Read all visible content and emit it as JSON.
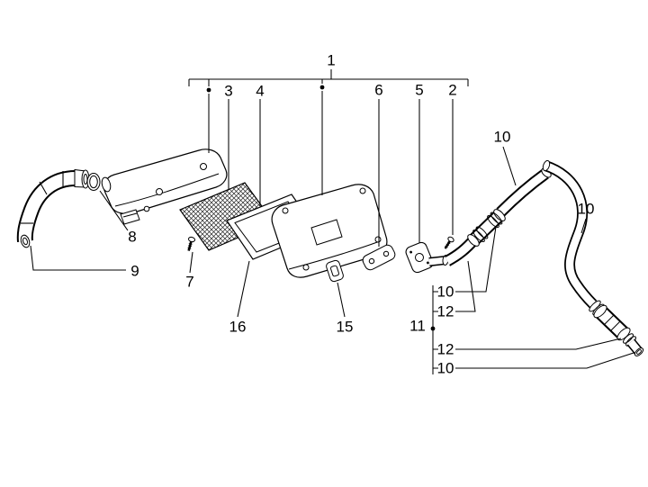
{
  "canvas": {
    "background": "#ffffff",
    "line_color": "#000000"
  },
  "labels": [
    {
      "text": "1"
    },
    {
      "text": "3"
    },
    {
      "text": "4"
    },
    {
      "text": "6"
    },
    {
      "text": "5"
    },
    {
      "text": "2"
    },
    {
      "text": "10"
    },
    {
      "text": "10"
    },
    {
      "text": "8"
    },
    {
      "text": "9"
    },
    {
      "text": "7"
    },
    {
      "text": "16"
    },
    {
      "text": "15"
    },
    {
      "text": "10"
    },
    {
      "text": "12"
    },
    {
      "text": "11"
    },
    {
      "text": "12"
    },
    {
      "text": "10"
    }
  ]
}
